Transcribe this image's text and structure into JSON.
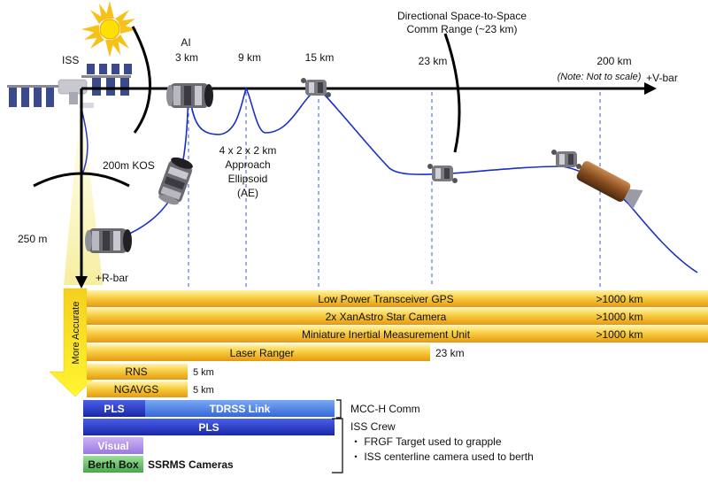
{
  "labels": {
    "iss": "ISS",
    "ai_top": "AI",
    "ai_km": "3 km",
    "d9": "9 km",
    "d15": "15 km",
    "d23": "23 km",
    "d200": "200 km",
    "note": "(Note: Not to scale)",
    "vbar": "+V-bar",
    "rbar": "+R-bar",
    "kos": "200m KOS",
    "d250": "250 m",
    "comm_line1": "Directional Space-to-Space",
    "comm_line2": "Comm Range (~23 km)",
    "ae_line1": "4 x 2 x 2 km",
    "ae_line2": "Approach",
    "ae_line3": "Ellipsoid",
    "ae_line4": "(AE)",
    "more_accurate": "More Accurate"
  },
  "bars": [
    {
      "label": "Low Power Transceiver GPS",
      "range": ">1000 km"
    },
    {
      "label": "2x XanAstro Star Camera",
      "range": ">1000 km"
    },
    {
      "label": "Miniature Inertial Measurement Unit",
      "range": ">1000 km"
    },
    {
      "label": "Laser Ranger",
      "range": "23 km"
    },
    {
      "label": "RNS",
      "range": "5 km"
    },
    {
      "label": "NGAVGS",
      "range": "5 km"
    }
  ],
  "comm": {
    "pls1": "PLS",
    "tdrss": "TDRSS Link",
    "pls2": "PLS",
    "visual": "Visual",
    "berth": "Berth Box",
    "ssrms": "SSRMS Cameras",
    "mcc": "MCC-H Comm",
    "crew": "ISS Crew",
    "crew_item1": "・ FRGF Target used to grapple",
    "crew_item2": "・ ISS centerline camera used to berth"
  },
  "colors": {
    "bar_top": "#ffe87a",
    "bar_bottom": "#e8a018",
    "blue_dark": "#2838c8",
    "blue_light": "#5a8ae8",
    "purple": "#b090e8",
    "green": "#70c870",
    "trajectory": "#1830c8",
    "arrow_yellow": "#ffef20"
  }
}
